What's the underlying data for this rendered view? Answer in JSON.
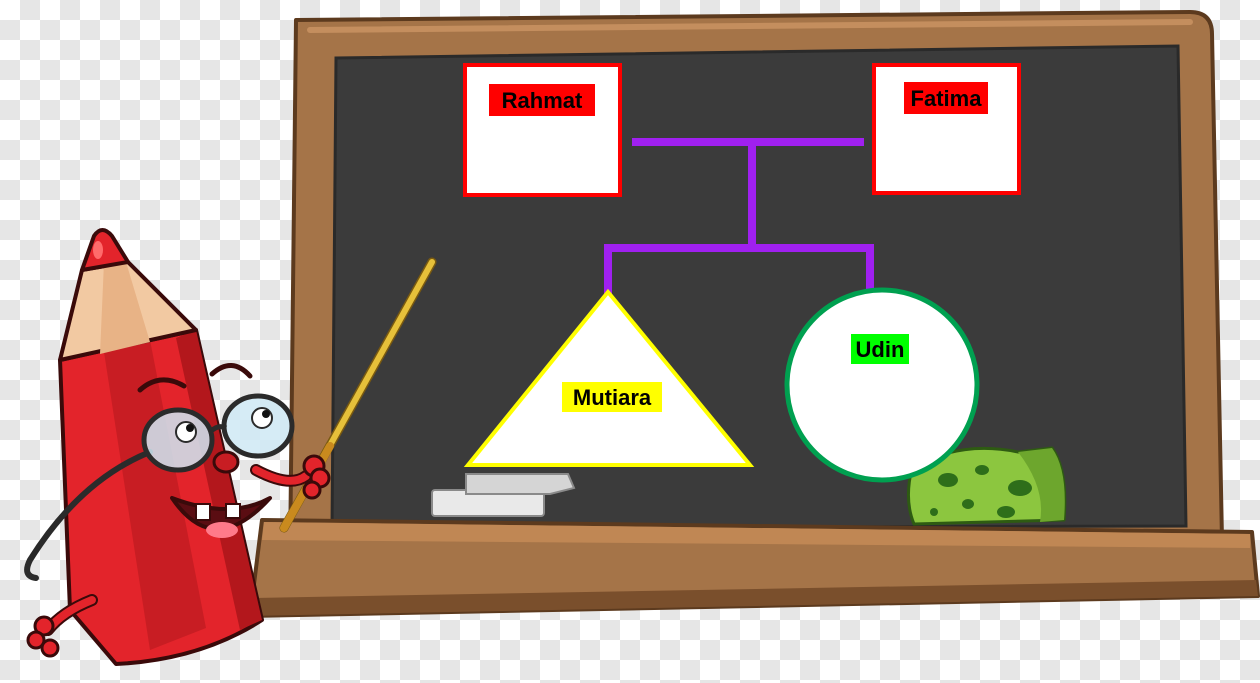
{
  "family_tree": {
    "parents": [
      {
        "name": "Rahmat",
        "shape": "square",
        "label_bg": "#ff0000",
        "border": "#ff0000"
      },
      {
        "name": "Fatima",
        "shape": "square",
        "label_bg": "#ff0000",
        "border": "#ff0000"
      }
    ],
    "children": [
      {
        "name": "Mutiara",
        "shape": "triangle",
        "label_bg": "#ffff00",
        "border": "#ffff00"
      },
      {
        "name": "Udin",
        "shape": "circle",
        "label_bg": "#00ff00",
        "border": "#00a050"
      }
    ],
    "connector_color": "#a020f0"
  },
  "colors": {
    "chalkboard": "#3b3b3b",
    "frame": "#a57448",
    "frame_shadow": "#7a4f2c",
    "pencil_red": "#e3242b",
    "pointer": "#e6c03a",
    "sponge": "#8cc63f"
  },
  "icons": {
    "mascot": "pencil-mascot-icon",
    "pointer": "pointer-stick-icon",
    "chalk": "chalk-icon",
    "sponge": "sponge-icon"
  }
}
